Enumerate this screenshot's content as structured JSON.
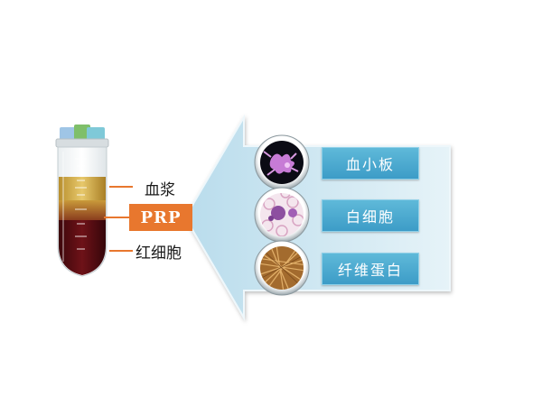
{
  "tube": {
    "labels": {
      "plasma": "血浆",
      "prp": "PRP",
      "rbc": "红细胞"
    },
    "cap_colors": [
      "#9fc5e6",
      "#7fbf6a",
      "#7fc9d8"
    ]
  },
  "components": [
    {
      "label": "血小板",
      "icon": "platelet-micrograph-icon"
    },
    {
      "label": "白细胞",
      "icon": "white-blood-cell-micrograph-icon"
    },
    {
      "label": "纤维蛋白",
      "icon": "fibrin-micrograph-icon"
    }
  ],
  "colors": {
    "accent_orange": "#e8772e",
    "arrow_blue": "#cfe6f1",
    "button_blue": "#4aa9d0",
    "plasma": "#d9b65a",
    "rbc": "#5a0d12"
  }
}
